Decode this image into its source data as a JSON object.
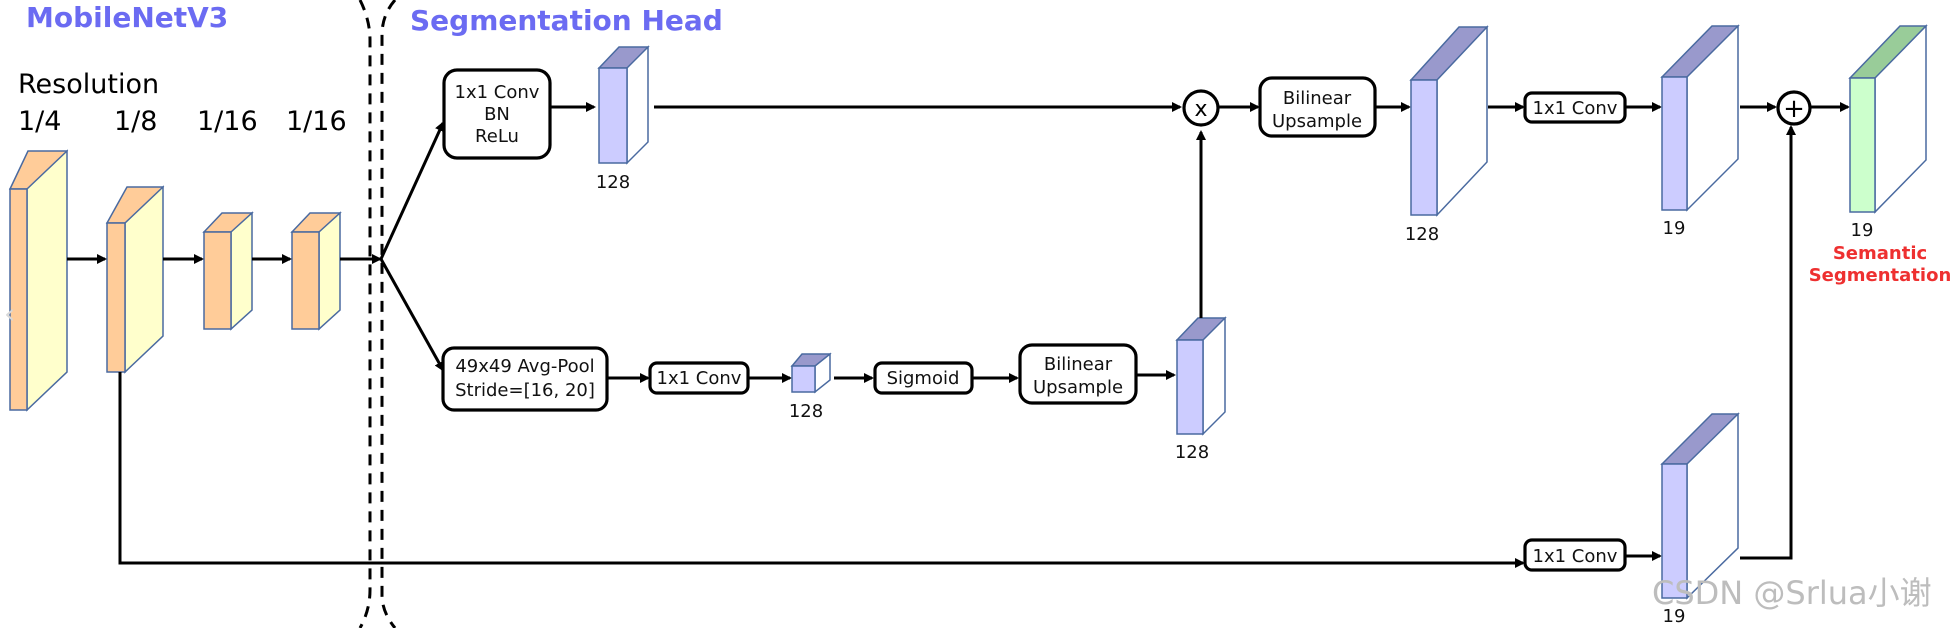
{
  "titles": {
    "backbone": "MobileNetV3",
    "head": "Segmentation Head"
  },
  "resolution": {
    "label": "Resolution",
    "stages": [
      "1/4",
      "1/8",
      "1/16",
      "1/16"
    ]
  },
  "boxes": {
    "conv_bn_relu": [
      "1x1 Conv",
      "BN",
      "ReLu"
    ],
    "avg_pool": [
      "49x49 Avg-Pool",
      "Stride=[16, 20]"
    ],
    "conv_pool": "1x1 Conv",
    "sigmoid": "Sigmoid",
    "bilinear_low": [
      "Bilinear",
      "Upsample"
    ],
    "bilinear_top": [
      "Bilinear",
      "Upsample"
    ],
    "conv_top": "1x1 Conv",
    "conv_skip": "1x1 Conv"
  },
  "operators": {
    "multiply": "x",
    "add": "+"
  },
  "dims": {
    "top_feat": "128",
    "pool_feat": "128",
    "upsampled_low": "128",
    "upsampled_top": "128",
    "class_top": "19",
    "class_skip": "19",
    "output": "19"
  },
  "output_label": [
    "Semantic",
    "Segmentation"
  ],
  "watermark": "CSDN @Srlua小谢",
  "colors": {
    "title": "#6b6bf2",
    "backbone_front": "#ffffcc",
    "backbone_side": "#ffcc99",
    "head_front": "#ccccff",
    "head_top": "#9999cc",
    "output_front": "#ccffcc",
    "output_top": "#99cc99",
    "semantic_label": "#ee3030"
  }
}
